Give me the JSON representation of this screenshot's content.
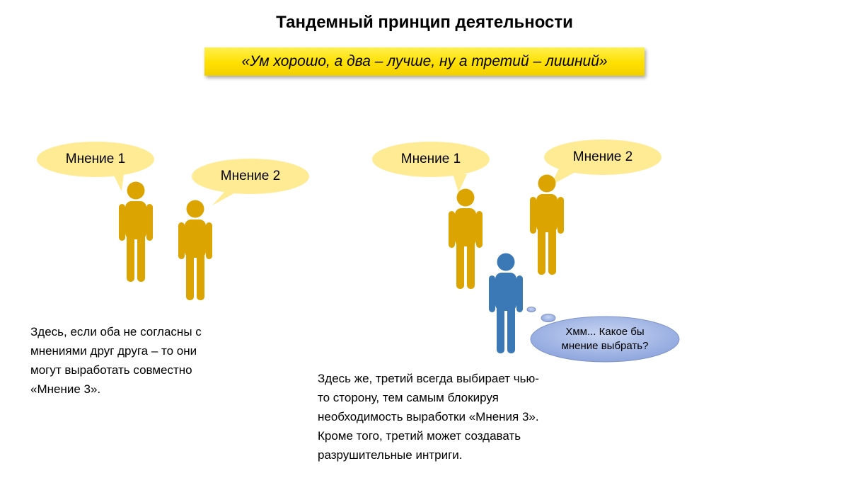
{
  "title": "Тандемный принцип деятельности",
  "quote": "«Ум хорошо, а два – лучше, ну а третий – лишний»",
  "left_scene": {
    "bubble_1": "Мнение 1",
    "bubble_2": "Мнение 2",
    "caption_lines": [
      "Здесь, если оба не согласны с",
      "мнениями друг друга – то они",
      "могут выработать совместно",
      "«Мнение 3»."
    ]
  },
  "right_scene": {
    "bubble_1": "Мнение 1",
    "bubble_2": "Мнение 2",
    "thought_lines": [
      "Хмм... Какое бы",
      "мнение выбрать?"
    ],
    "caption_lines": [
      "Здесь же, третий всегда выбирает чью-",
      "то сторону, тем самым блокируя",
      "необходимость выработки «Мнения 3».",
      "Кроме того, третий может создавать",
      "разрушительные интриги."
    ]
  },
  "colors": {
    "person_gold": "#dba400",
    "person_blue": "#3a79b5",
    "speech_bubble": "#ffeb94",
    "thought_bubble": "#8ea6de",
    "quote_box": "#ffe000"
  }
}
